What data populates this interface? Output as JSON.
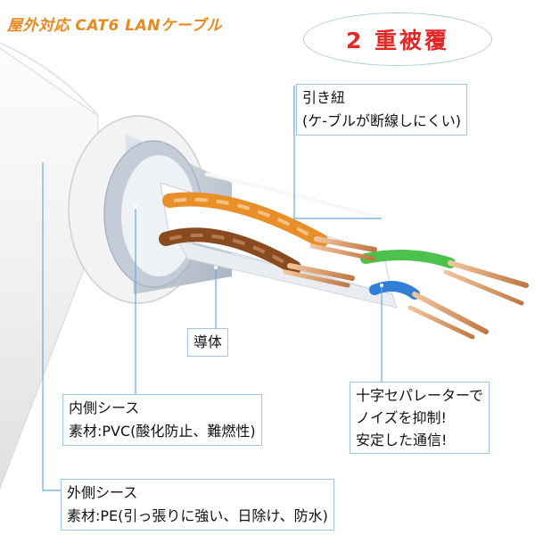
{
  "title": "屋外対応 CAT6 LANケーブル",
  "badge": "2 重被覆",
  "callouts": {
    "pull_string": {
      "line1": "引き紐",
      "line2": "(ケ-ブルが断線しにくい)"
    },
    "conductor": {
      "line1": "導体"
    },
    "inner_sheath": {
      "line1": "内側シース",
      "line2": "素材:PVC(酸化防止、難燃性)"
    },
    "separator": {
      "line1": "十字セパレーターで",
      "line2": "ノイズを抑制!",
      "line3": "安定した通信!"
    },
    "outer_sheath": {
      "line1": "外側シース",
      "line2": "素材:PE(引っ張りに強い、日除け、防水)"
    }
  },
  "colors": {
    "title": "#e8891c",
    "badge_text": "#e02a2a",
    "callout_border": "#9fc6e6",
    "leader_line": "#6fa8dc",
    "outer_jacket": "#f2f2f2",
    "inner_sheath": "#b8c2cf",
    "wire_orange": "#e88f2a",
    "wire_brown": "#8a4a1f",
    "wire_green": "#4cc24c",
    "wire_blue": "#2f7fd6",
    "copper": "#d9925a"
  }
}
